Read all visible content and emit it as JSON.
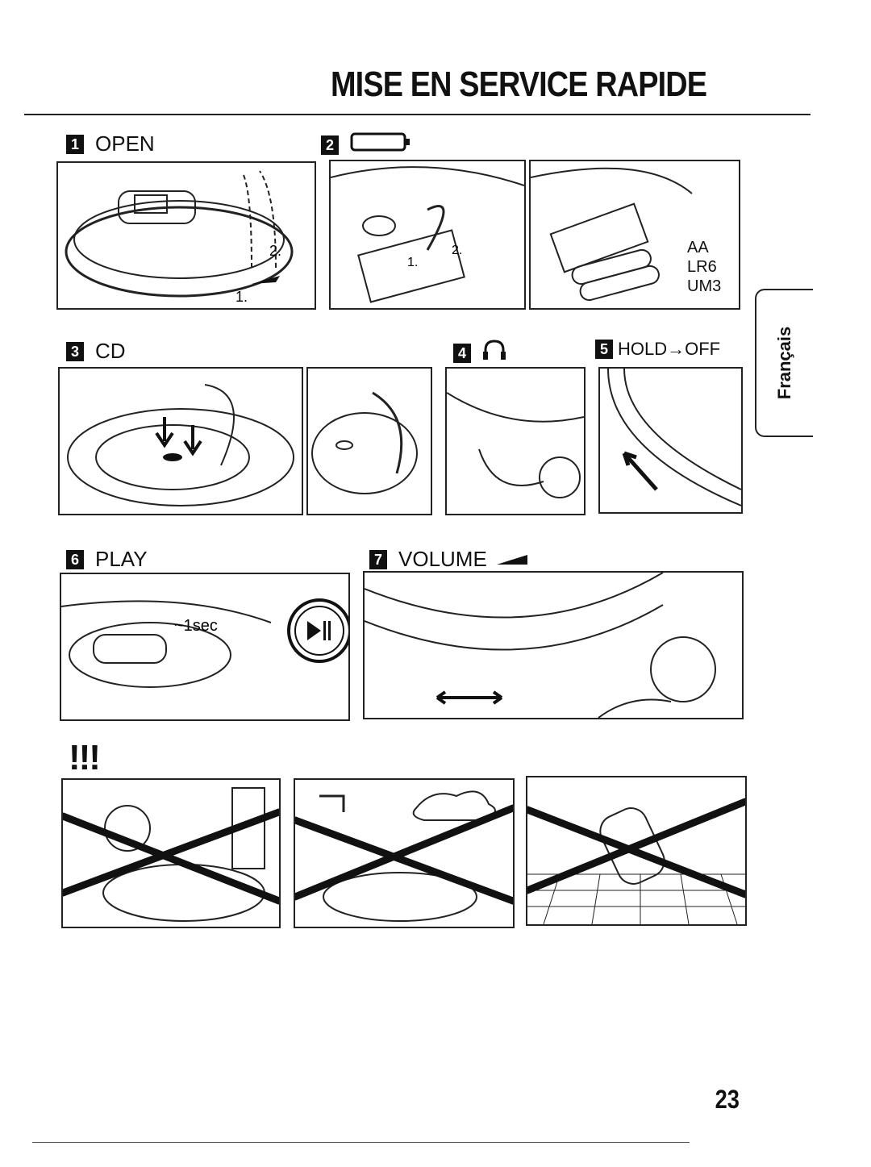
{
  "page": {
    "title": "MISE EN SERVICE RAPIDE",
    "page_number": "23",
    "side_tab": "Français",
    "warning_marks": "!!!"
  },
  "steps": [
    {
      "number": "1",
      "label": "OPEN"
    },
    {
      "number": "2",
      "label": ""
    },
    {
      "number": "3",
      "label": "CD"
    },
    {
      "number": "4",
      "label": ""
    },
    {
      "number": "5",
      "label": "HOLD→OFF"
    },
    {
      "number": "6",
      "label": "PLAY"
    },
    {
      "number": "7",
      "label": "VOLUME"
    }
  ],
  "illustration_text": {
    "open_arrow_1": "1.",
    "open_arrow_2": "2.",
    "battery_arrow_1": "1.",
    "battery_arrow_2": "2.",
    "battery_types": [
      "AA",
      "LR6",
      "UM3"
    ],
    "play_hold": "~1sec"
  },
  "icons": {
    "step2": "battery-icon",
    "step4": "headphones-icon",
    "step7": "volume-wedge-icon",
    "play_button": "play-pause-icon"
  }
}
